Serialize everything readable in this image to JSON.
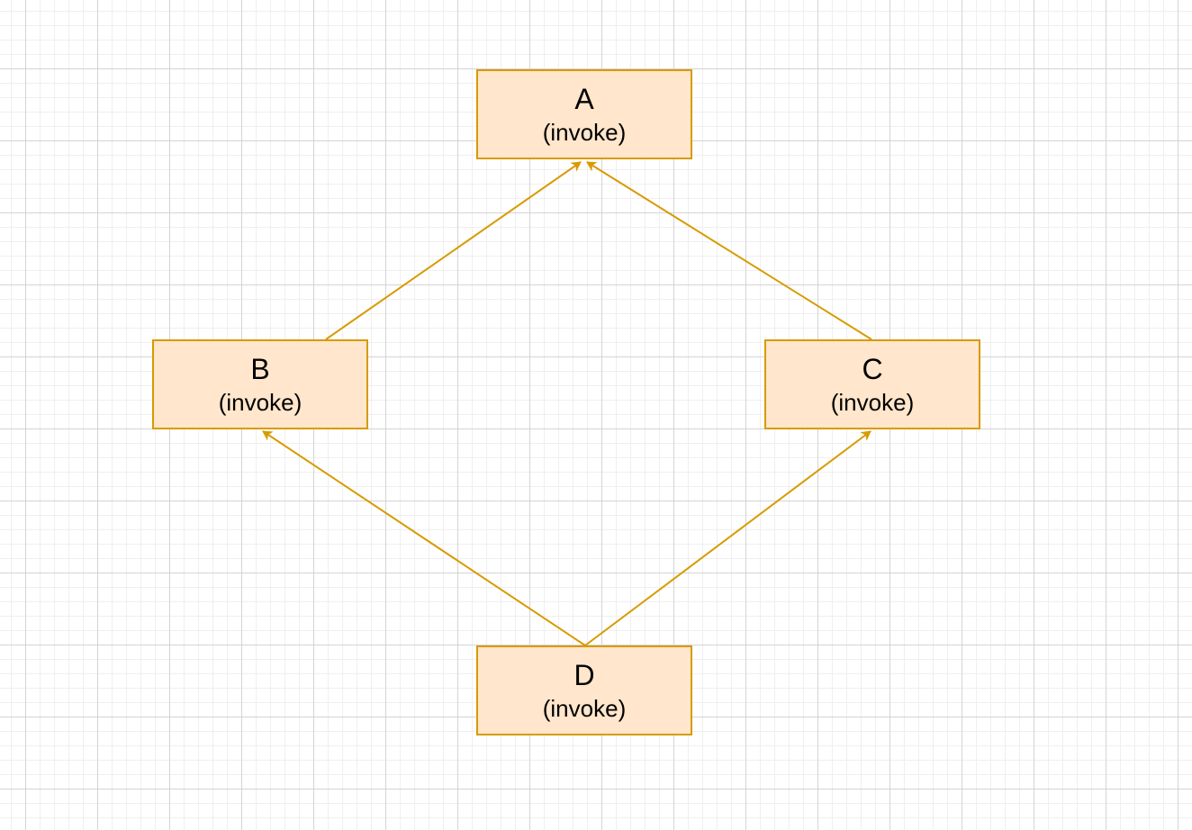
{
  "diagram": {
    "nodes": [
      {
        "id": "A",
        "name": "A",
        "sub": "(invoke)"
      },
      {
        "id": "B",
        "name": "B",
        "sub": "(invoke)"
      },
      {
        "id": "C",
        "name": "C",
        "sub": "(invoke)"
      },
      {
        "id": "D",
        "name": "D",
        "sub": "(invoke)"
      }
    ],
    "edges": [
      {
        "from": "B",
        "to": "A"
      },
      {
        "from": "C",
        "to": "A"
      },
      {
        "from": "D",
        "to": "B"
      },
      {
        "from": "D",
        "to": "C"
      }
    ]
  },
  "style": {
    "node_fill": "#ffe6cc",
    "node_stroke": "#d79b00",
    "edge_color": "#d79b00",
    "grid_color": "#d4d4d4"
  }
}
